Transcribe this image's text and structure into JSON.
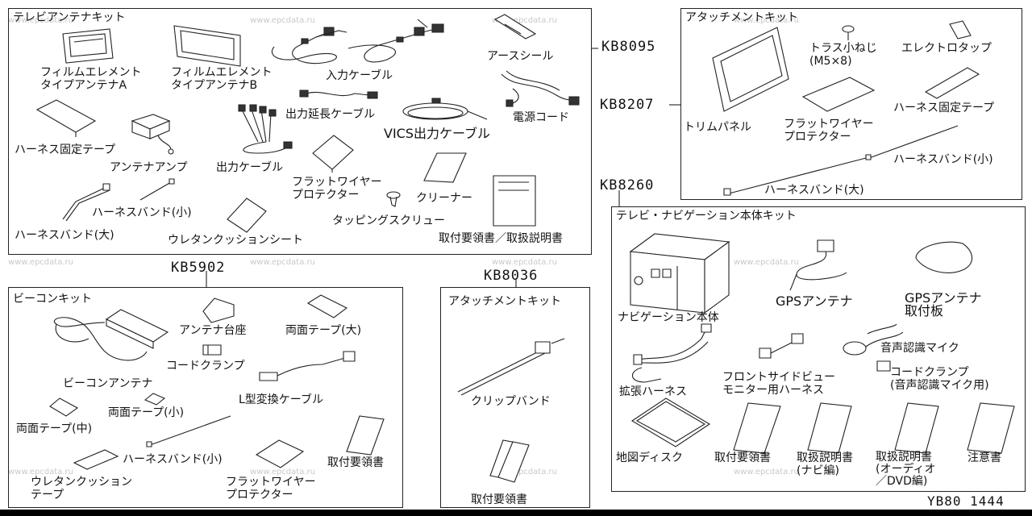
{
  "watermark": "www.epcdata.ru",
  "kits": {
    "tv_antenna": {
      "title": "テレビアンテナキット",
      "code": "KB5902",
      "items": {
        "film_a": "フィルムエレメント\nタイプアンテナA",
        "film_b": "フィルムエレメント\nタイプアンテナB",
        "input_cable": "入力ケーブル",
        "earth_seal": "アースシール",
        "harness_tape": "ハーネス固定テープ",
        "antenna_amp": "アンテナアンプ",
        "output_cable": "出力ケーブル",
        "output_ext_cable": "出力延長ケーブル",
        "vics_cable": "VICS出力ケーブル",
        "power_cord": "電源コード",
        "flat_wire": "フラットワイヤー\nプロテクター",
        "cleaner": "クリーナー",
        "tapping_screw": "タッピングスクリュー",
        "band_small": "ハーネスバンド(小)",
        "band_large": "ハーネスバンド(大)",
        "urethane_sheet": "ウレタンクッションシート",
        "manual": "取付要領書／取扱説明書"
      }
    },
    "attachment_top": {
      "title": "アタッチメントキット",
      "code_a": "KB8095",
      "code_b": "KB8207",
      "items": {
        "truss_screw": "トラス小ねじ\n(M5×8)",
        "electro_tap": "エレクトロタップ",
        "trim_panel": "トリムパネル",
        "flat_wire": "フラットワイヤー\nプロテクター",
        "harness_tape": "ハーネス固定テープ",
        "band_small": "ハーネスバンド(小)",
        "band_large": "ハーネスバンド(大)"
      }
    },
    "beacon": {
      "title": "ビーコンキット",
      "items": {
        "antenna_base": "アンテナ台座",
        "tape_large": "両面テープ(大)",
        "cord_clamp": "コードクランプ",
        "beacon_antenna": "ビーコンアンテナ",
        "l_cable": "L型変換ケーブル",
        "tape_small": "両面テープ(小)",
        "tape_medium": "両面テープ(中)",
        "band_small": "ハーネスバンド(小)",
        "manual": "取付要領書",
        "urethane_tape": "ウレタンクッション\nテープ",
        "flat_wire": "フラットワイヤー\nプロテクター"
      }
    },
    "attachment_mid": {
      "title": "アタッチメントキット",
      "code": "KB8036",
      "items": {
        "clip_band": "クリップバンド",
        "manual": "取付要領書"
      }
    },
    "tv_nav": {
      "title": "テレビ・ナビゲーション本体キット",
      "code": "KB8260",
      "items": {
        "nav_unit": "ナビゲーション本体",
        "gps_antenna": "GPSアンテナ",
        "gps_plate": "GPSアンテナ\n取付板",
        "voice_mic": "音声認識マイク",
        "front_harness": "フロントサイドビュー\nモニター用ハーネス",
        "ext_harness": "拡張ハーネス",
        "cord_clamp": "コードクランプ\n(音声認識マイク用)",
        "map_disc": "地図ディスク",
        "manual": "取付要領書",
        "nav_guide": "取扱説明書\n(ナビ編)",
        "audio_guide": "取扱説明書\n(オーディオ\n／DVD編)",
        "caution": "注意書"
      }
    }
  },
  "footer_code": "YB80 1444"
}
